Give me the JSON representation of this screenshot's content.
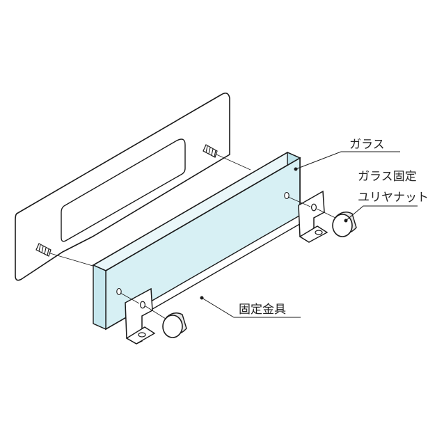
{
  "labels": {
    "glass": "ガラス",
    "nut_line1": "ガラス固定",
    "nut_line2": "ユリヤナット",
    "bracket": "固定金具"
  },
  "colors": {
    "stroke": "#1a1a1a",
    "glass_front": "#d7f0f4",
    "glass_top": "#eaf7f9",
    "glass_side": "#bfe3ea",
    "panel": "#ffffff",
    "nut_face": "#ffffff",
    "nut_side": "#e6e6e6",
    "text": "#222222"
  }
}
